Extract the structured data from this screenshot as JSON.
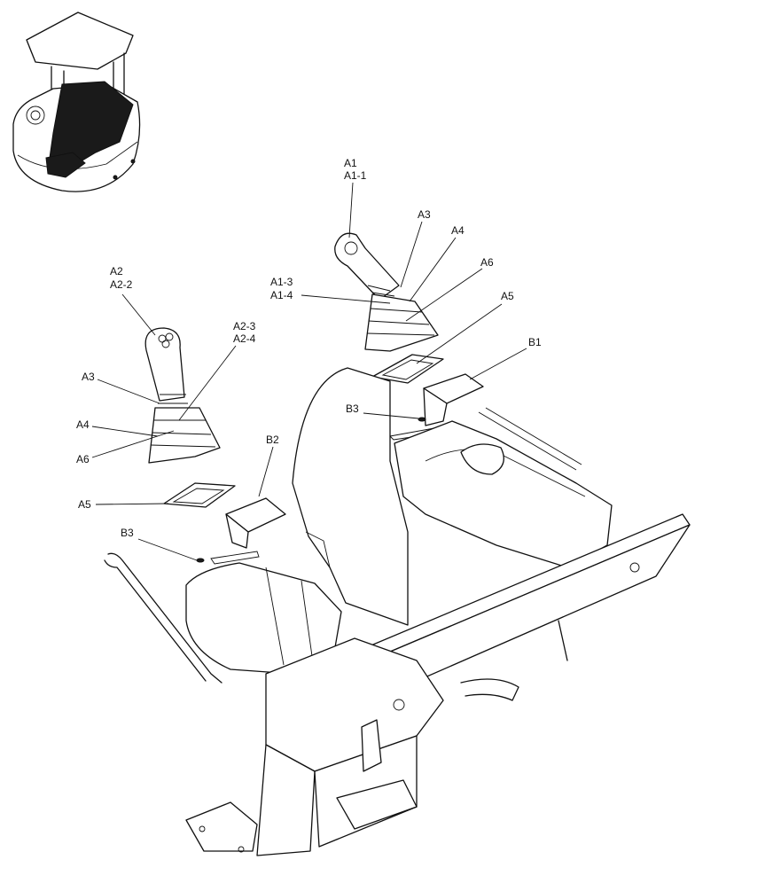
{
  "callouts": {
    "a1": "A1",
    "a1_1": "A1-1",
    "a3_right": "A3",
    "a4_right": "A4",
    "a6_right": "A6",
    "a1_3": "A1-3",
    "a1_4": "A1-4",
    "a5_right": "A5",
    "b1": "B1",
    "b3_right": "B3",
    "a2": "A2",
    "a2_2": "A2-2",
    "a2_3": "A2-3",
    "a2_4": "A2-4",
    "a3_left": "A3",
    "a4_left": "A4",
    "a6_left": "A6",
    "b2": "B2",
    "a5_left": "A5",
    "b3_left": "B3"
  }
}
